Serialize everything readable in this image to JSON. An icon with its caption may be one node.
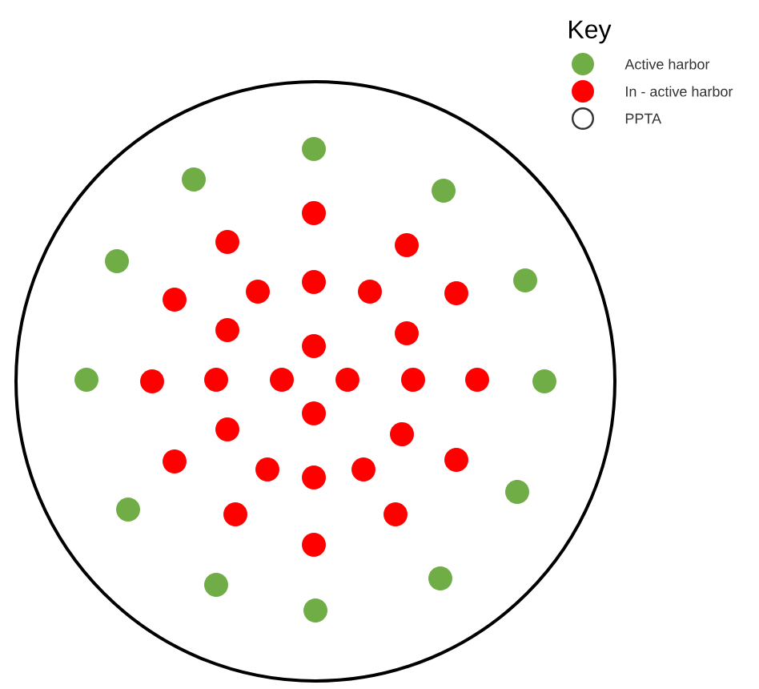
{
  "diagram": {
    "labels": [
      "Key"
    ],
    "legend": [
      {
        "text": "Active harbor",
        "color": "#70ad47"
      },
      {
        "text": "In - active harbor",
        "color": "#ff0000"
      },
      {
        "text": "PPTA"
      }
    ]
  }
}
